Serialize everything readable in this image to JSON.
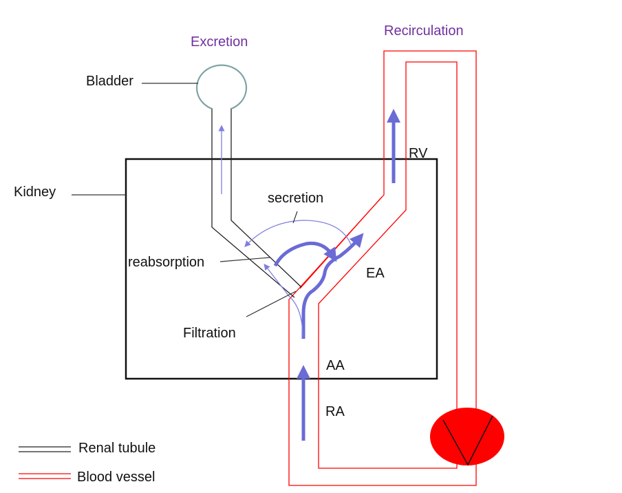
{
  "labels": {
    "excretion": "Excretion",
    "recirculation": "Recirculation",
    "bladder": "Bladder",
    "kidney": "Kidney",
    "secretion": "secretion",
    "reabsorption": "reabsorption",
    "filtration": "Filtration",
    "rv": "RV",
    "ea": "EA",
    "aa": "AA",
    "ra": "RA"
  },
  "legend": {
    "renal_tubule": "Renal tubule",
    "blood_vessel": "Blood vessel"
  },
  "colors": {
    "vessel": "#ff0000",
    "heart": "#ff0000",
    "arrow": "#6b6bd6",
    "thin_arrow": "#8080e0",
    "accent_text": "#7030a0",
    "bladder": "#7fa3a3",
    "tubule": "#222222"
  },
  "icons": {
    "heart": "heart-icon"
  }
}
